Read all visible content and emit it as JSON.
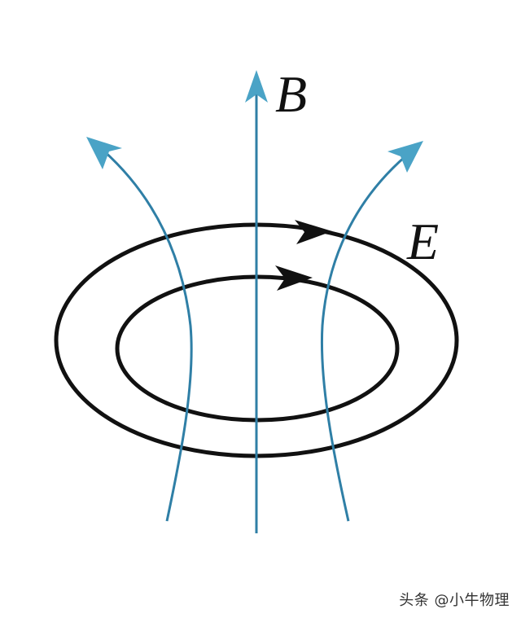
{
  "labels": {
    "magnetic_field": "B",
    "electric_field": "E"
  },
  "watermark": "头条 @小牛物理",
  "colors": {
    "field_line": "#2f7fa6",
    "arrowhead_blue": "#4aa3c6",
    "ring": "#111111",
    "background": "#ffffff"
  }
}
